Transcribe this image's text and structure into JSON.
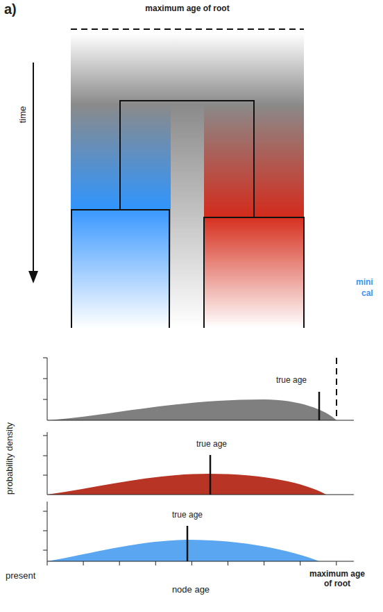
{
  "diagram": {
    "title": "maximum age of root",
    "labels": [
      "a)",
      "time",
      "mini",
      "cal",
      "true age",
      "true age",
      "true age",
      "probability density",
      "present",
      "node age",
      "maximum age of root"
    ]
  }
}
